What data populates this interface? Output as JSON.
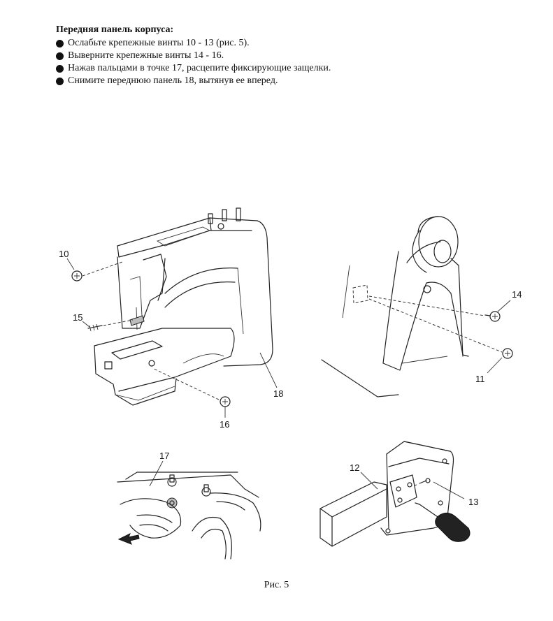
{
  "instructions": {
    "heading": "Передняя панель корпуса:",
    "steps": [
      "Ослабьте крепежные винты 10 - 13 (рис. 5).",
      "Выверните крепежные винты 14 - 16.",
      "Нажав пальцами в точке 17, расцепите фиксирующие защелки.",
      "Снимите переднюю панель 18, вытянув ее вперед."
    ]
  },
  "callouts": {
    "c10": "10",
    "c15": "15",
    "c16": "16",
    "c18": "18",
    "c14": "14",
    "c11": "11",
    "c17": "17",
    "c12": "12",
    "c13": "13"
  },
  "caption": "Рис. 5"
}
